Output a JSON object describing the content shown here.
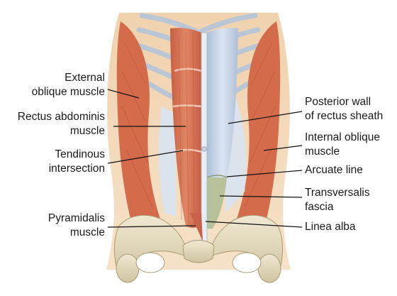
{
  "labels": {
    "external_oblique": [
      "External",
      "oblique muscle"
    ],
    "rectus_abdominis": [
      "Rectus abdominis",
      "muscle"
    ],
    "tendinous_intersection": [
      "Tendinous",
      "intersection"
    ],
    "pyramidalis": [
      "Pyramidalis",
      "muscle"
    ],
    "posterior_wall": [
      "Posterior wall",
      "of rectus sheath"
    ],
    "internal_oblique": [
      "Internal oblique",
      "muscle"
    ],
    "arcuate_line": [
      "Arcuate line"
    ],
    "transversalis_fascia": [
      "Transversalis",
      "fascia"
    ],
    "linea_alba": [
      "Linea alba"
    ]
  },
  "colors": {
    "skin": "#f3d9b8",
    "muscle": "#d9714f",
    "muscle_dark": "#b8523a",
    "sheath": "#c9d6e6",
    "sheath_dark": "#9fb2cc",
    "fascia_green": "#b7c29a",
    "bone": "#e7dcc0",
    "bone_shadow": "#c2b58e",
    "rib": "#d7dfe9",
    "leader_line": "#111111"
  }
}
